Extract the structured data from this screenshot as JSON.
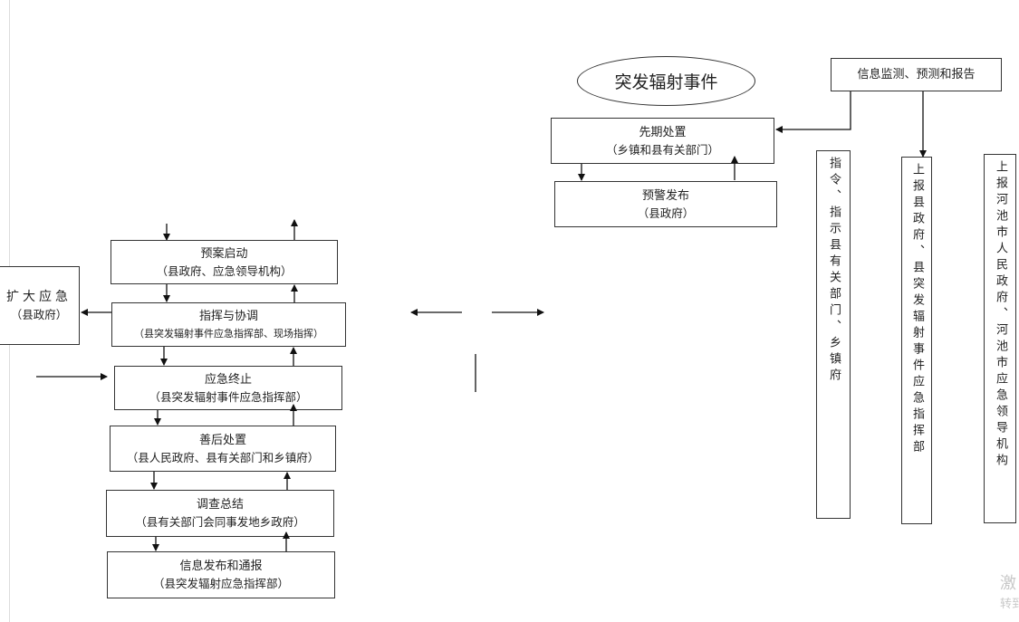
{
  "event_title": "突发辐射事件",
  "info_box": "信息监测、预测和报告",
  "initial_response": {
    "title": "先期处置",
    "sub": "（乡镇和县有关部门）"
  },
  "warning_release": {
    "title": "预警发布",
    "sub": "（县政府）"
  },
  "flow_steps": [
    {
      "title": "预案启动",
      "sub": "（县政府、应急领导机构）"
    },
    {
      "title": "指挥与协调",
      "sub": "（县突发辐射事件应急指挥部、现场指挥）"
    },
    {
      "title": "应急终止",
      "sub": "（县突发辐射事件应急指挥部）"
    },
    {
      "title": "善后处置",
      "sub": "（县人民政府、县有关部门和乡镇府）"
    },
    {
      "title": "调查总结",
      "sub": "（县有关部门会同事发地乡政府）"
    },
    {
      "title": "信息发布和通报",
      "sub": "（县突发辐射应急指挥部）"
    }
  ],
  "expand_response": {
    "title": "扩大应急",
    "sub": "（县政府）"
  },
  "vertical_boxes": [
    "指令、指示县有关部门、乡镇府",
    "上报县政府、县突发辐射事件应急指挥部",
    "上报河池市人民政府、河池市应急领导机构"
  ],
  "watermark": {
    "line1": "激",
    "line2": "转到"
  }
}
